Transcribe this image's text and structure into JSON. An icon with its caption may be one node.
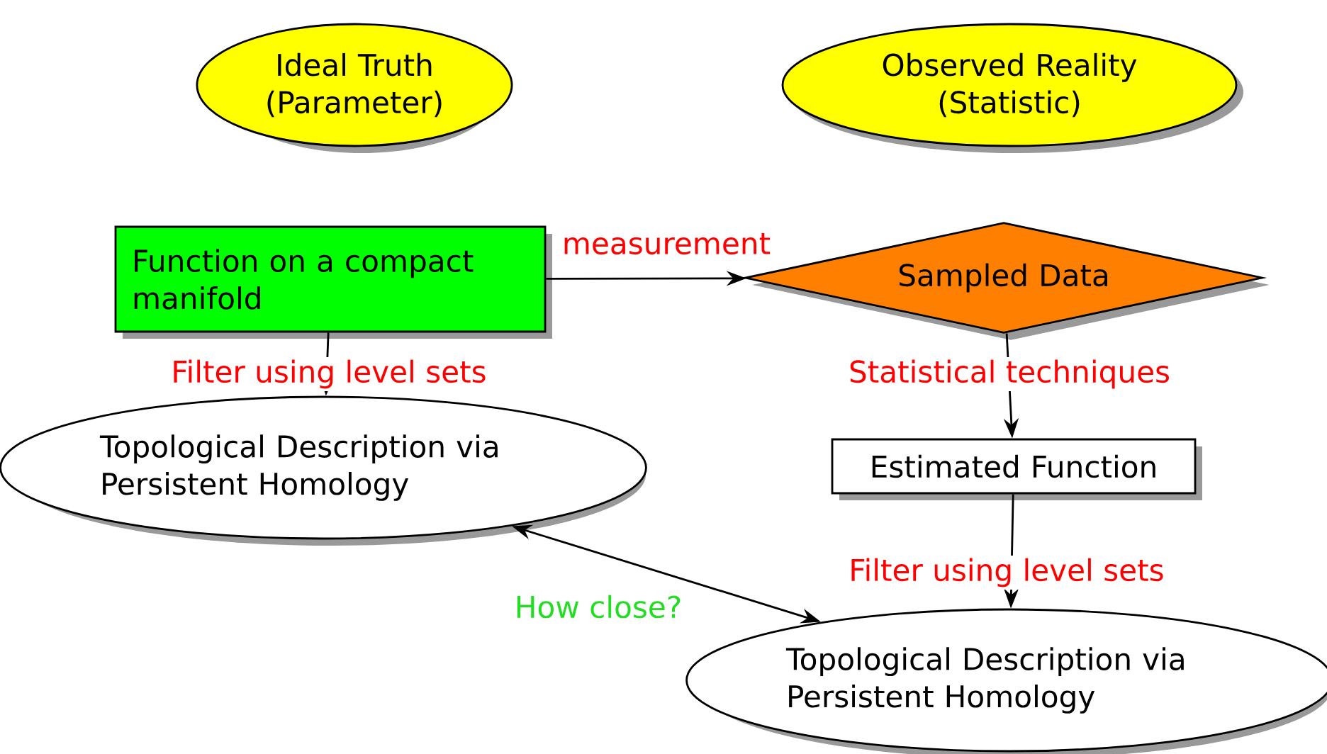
{
  "diagram": {
    "nodes": [
      {
        "text": [
          "Ideal Truth (Parameter)"
        ]
      },
      {
        "text": [
          "Observed Reality (Statistic)"
        ]
      },
      {
        "text": [
          "Function on a compact manifold"
        ]
      },
      {
        "text": [
          "Sampled Data"
        ]
      },
      {
        "text": [
          "Topological Description via Persistent Homology"
        ]
      },
      {
        "text": [
          "Estimated Function"
        ]
      },
      {
        "text": [
          "Topological Description via Persistent Homology"
        ]
      }
    ],
    "edges": [
      {
        "from": 2,
        "to": 3,
        "arrow": "to",
        "label": "measurement"
      },
      {
        "from": 2,
        "to": 4,
        "arrow": "to",
        "label": "Filter using level sets"
      },
      {
        "from": 3,
        "to": 5,
        "arrow": "to",
        "label": "Statistical techniques"
      },
      {
        "from": 5,
        "to": 6,
        "arrow": "to",
        "label": "Filter using level sets"
      },
      {
        "from": 4,
        "to": 6,
        "arrow": "both",
        "label": "How close?"
      }
    ]
  }
}
